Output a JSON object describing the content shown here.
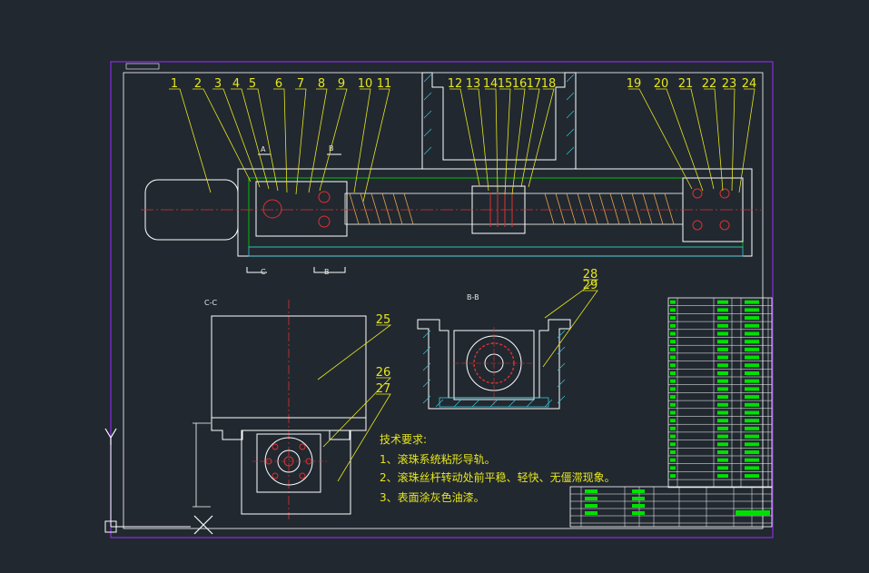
{
  "title_block_stamp": "",
  "part_numbers_top": [
    "1",
    "2",
    "3",
    "4",
    "5",
    "6",
    "7",
    "8",
    "9",
    "10",
    "11",
    "12",
    "13",
    "14",
    "15",
    "16",
    "17",
    "18",
    "19",
    "20",
    "21",
    "22",
    "23",
    "24"
  ],
  "part_numbers_lower": [
    "25",
    "26",
    "27",
    "28",
    "29"
  ],
  "section_labels": {
    "c_left": "C",
    "a_top": "A",
    "b_top": "B",
    "c_bottom": "C",
    "b_bottom": "B",
    "bb_title": "B-B",
    "cc_title": "C-C"
  },
  "notes": {
    "heading": "技术要求:",
    "items": [
      "1、滚珠系统粘形导轨。",
      "2、滚珠丝杆转动处前平稳、轻快、无僵滞现象。",
      "3、表面涂灰色油漆。"
    ]
  },
  "colors": {
    "background": "#212830",
    "frame": "#8a2be2",
    "outline": "#ffffff",
    "leader": "#e6e61e",
    "centerline": "#e03030",
    "hatch": "#38c7d8",
    "part": "#00e000"
  },
  "axis_icon": {
    "y_label": "Y"
  }
}
